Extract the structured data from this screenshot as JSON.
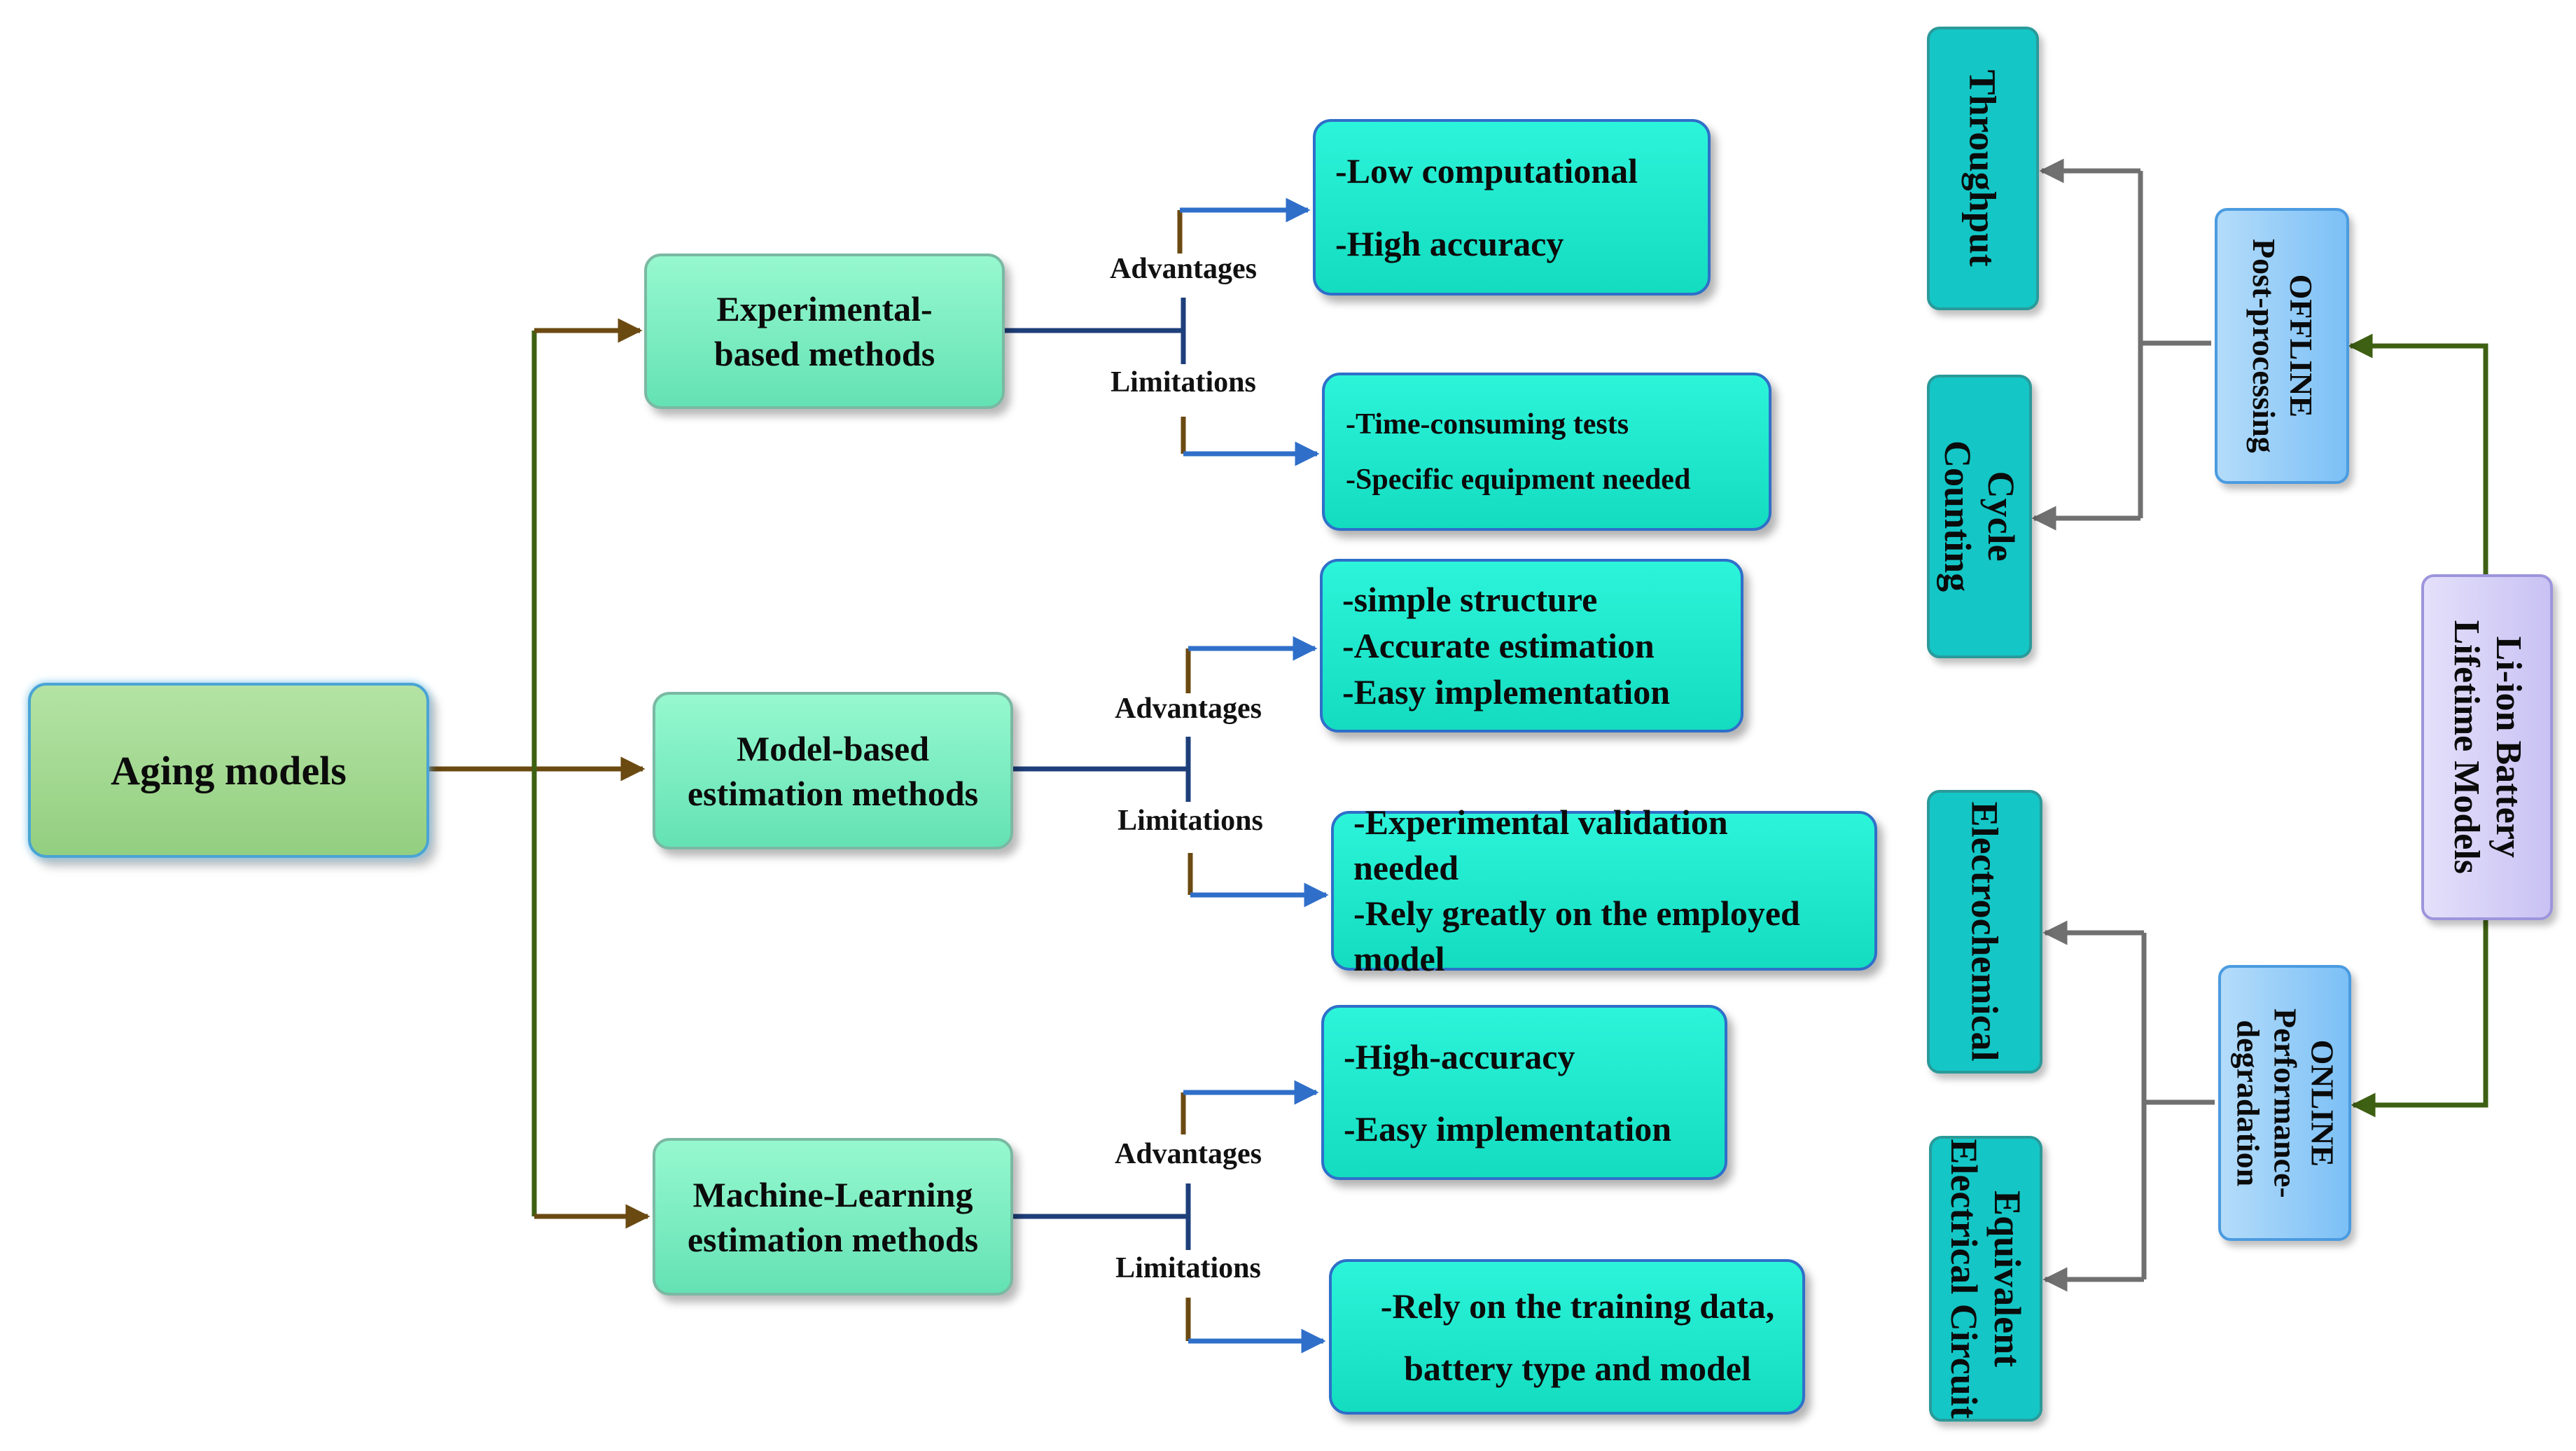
{
  "root": {
    "label": "Aging models"
  },
  "methods": [
    {
      "label_lines": [
        "Experimental-",
        "based methods"
      ],
      "advantages_label": "Advantages",
      "limitations_label": "Limitations",
      "advantages": [
        "-Low computational",
        "-High accuracy"
      ],
      "limitations": [
        "-Time-consuming tests",
        "-Specific equipment needed"
      ]
    },
    {
      "label_lines": [
        "Model-based",
        "estimation methods"
      ],
      "advantages_label": "Advantages",
      "limitations_label": "Limitations",
      "advantages": [
        "-simple structure",
        "-Accurate estimation",
        "-Easy implementation"
      ],
      "limitations": [
        "-Experimental validation",
        "needed",
        "-Rely greatly on the employed",
        "model"
      ]
    },
    {
      "label_lines": [
        "Machine-Learning",
        "estimation methods"
      ],
      "advantages_label": "Advantages",
      "limitations_label": "Limitations",
      "advantages": [
        "-High-accuracy",
        "-Easy implementation"
      ],
      "limitations": [
        "-Rely on the training data,",
        "battery type and model"
      ]
    }
  ],
  "lifetime": {
    "title_lines": [
      "Li-ion Battery",
      "Lifetime Models"
    ],
    "offline": {
      "lines": [
        "OFFLINE",
        "Post-processing"
      ],
      "children": [
        [
          "Throughput"
        ],
        [
          "Cycle",
          "Counting"
        ]
      ]
    },
    "online": {
      "lines": [
        "ONLINE",
        "Performance-",
        "degradation"
      ],
      "children": [
        [
          "Electrochemical"
        ],
        [
          "Equivalent",
          "Electrical Circuit"
        ]
      ]
    }
  },
  "colors": {
    "brown_arrow": "#6b4a12",
    "navy_line": "#1e3f7a",
    "blue_arrow": "#2f6fc9",
    "green_line": "#3e6012",
    "gray_line": "#707070"
  }
}
